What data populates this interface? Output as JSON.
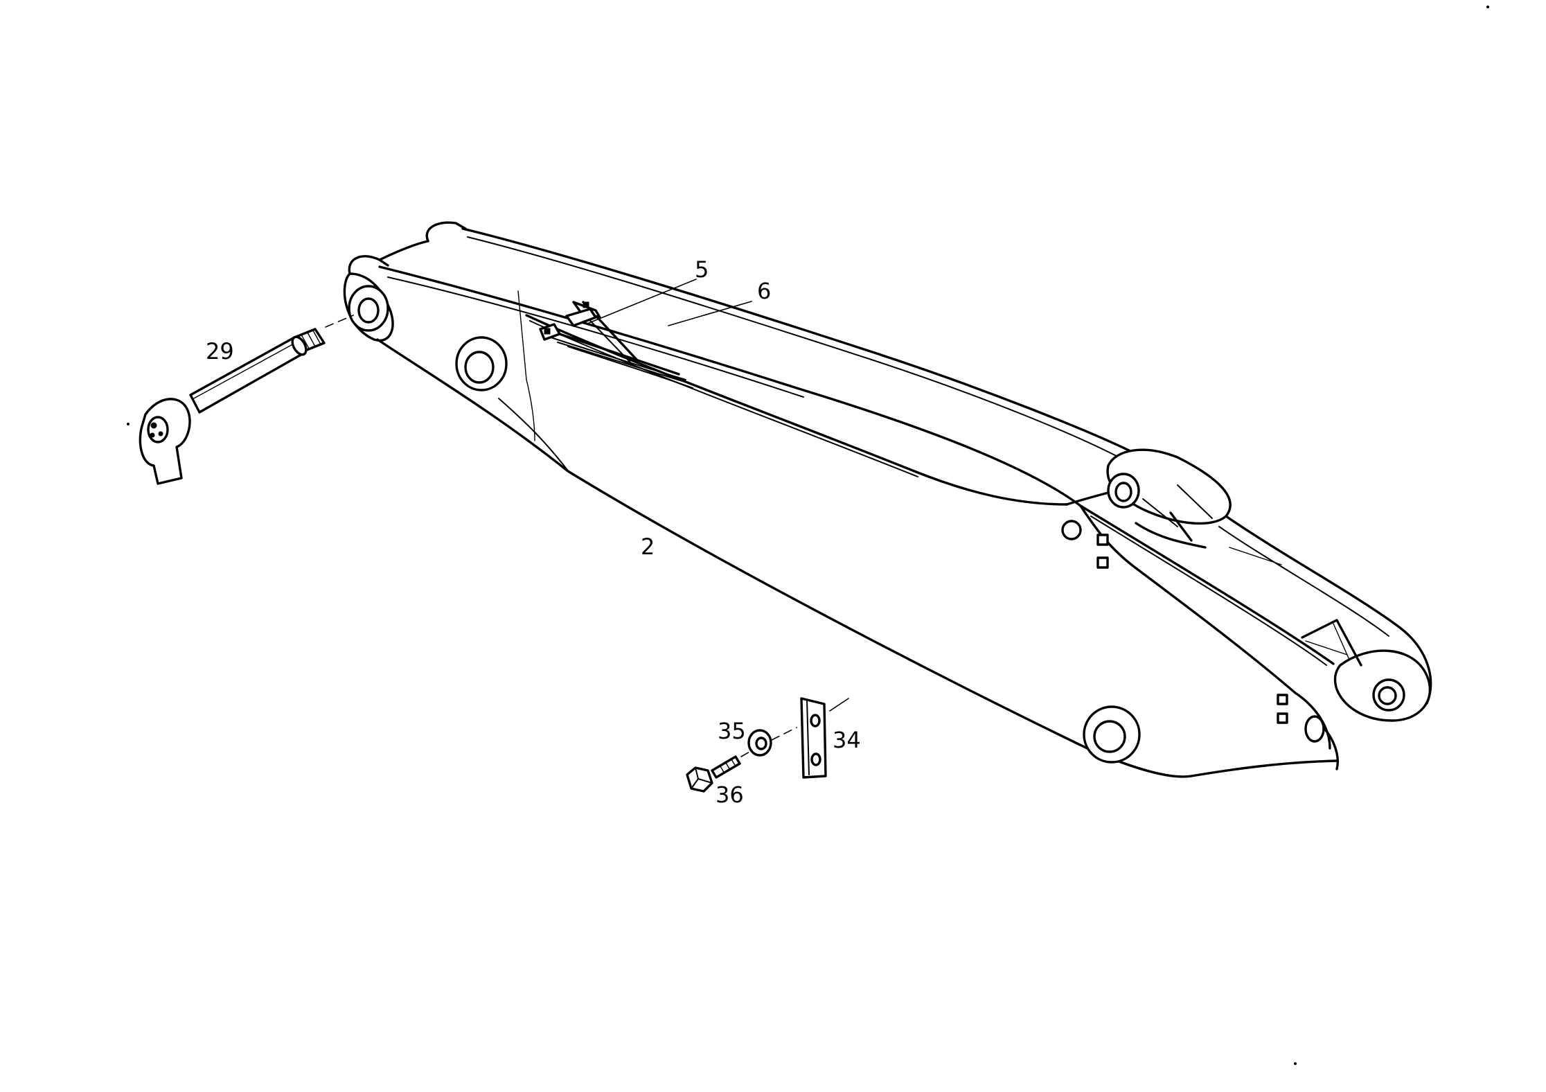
{
  "callouts": {
    "boom_arm": "2",
    "pin_upper": "5",
    "pin_lower": "6",
    "pivot_pin": "29",
    "plate": "34",
    "washer": "35",
    "bolt": "36"
  }
}
